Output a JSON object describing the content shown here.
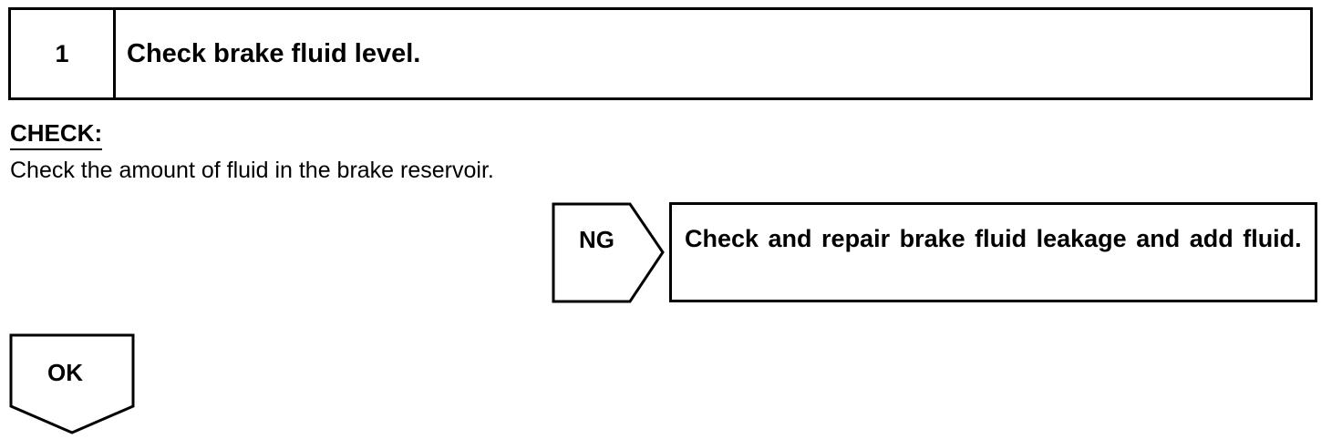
{
  "step": {
    "number": "1",
    "title": "Check brake fluid level."
  },
  "check": {
    "heading": "CHECK:",
    "text": "Check the amount of fluid in the brake reservoir."
  },
  "ng": {
    "label": "NG",
    "result": "Check and repair brake fluid leakage and add fluid."
  },
  "ok": {
    "label": "OK"
  }
}
